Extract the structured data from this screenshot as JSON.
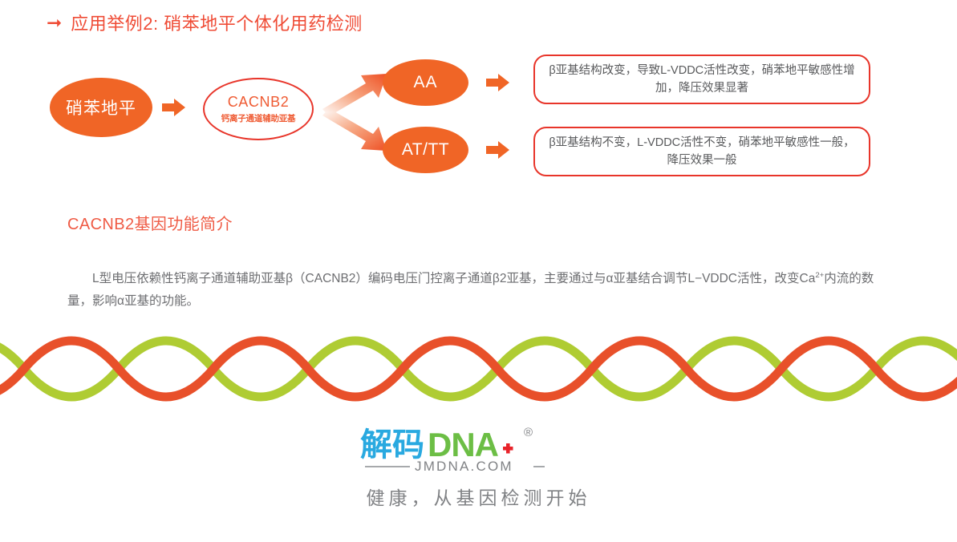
{
  "slide": {
    "title": "应用举例2: 硝苯地平个体化用药检测",
    "title_arrow_icon": "arrow-right-icon",
    "accent_color": "#ef4b35",
    "orange": "#f06526",
    "red_outline": "#e8352a",
    "green": "#afcc33",
    "body_gray": "#6d6e71"
  },
  "diagram": {
    "nodes": {
      "drug": {
        "label": "硝苯地平"
      },
      "gene": {
        "label": "CACNB2",
        "sublabel": "钙离子通道辅助亚基"
      },
      "genotype_aa": {
        "label": "AA"
      },
      "genotype_attt": {
        "label": "AT/TT"
      }
    },
    "callouts": {
      "aa": "β亚基结构改变，导致L-VDDC活性改变，硝苯地平敏感性增加，降压效果显著",
      "attt": "β亚基结构不变，L-VDDC活性不变，硝苯地平敏感性一般，降压效果一般"
    },
    "arrows": {
      "drug_to_gene": "arrow-right-icon",
      "gene_to_aa": "arrow-up-right-icon",
      "gene_to_attt": "arrow-down-right-icon",
      "aa_to_callout": "arrow-right-icon",
      "attt_to_callout": "arrow-right-icon"
    }
  },
  "section": {
    "heading": "CACNB2基因功能简介",
    "body_part1": "L型电压依赖性钙离子通道辅助亚基β（CACNB2）编码电压门控离子通道β2亚基，主要通过与α亚基结合调节L−VDDC活性，改变Ca",
    "body_superscript": "2+",
    "body_part2": "内流的数量，影响α亚基的功能。"
  },
  "decoration": {
    "dna_wave": {
      "strand_orange_color": "#e8502a",
      "strand_green_color": "#afcc33",
      "stroke_width": 11
    }
  },
  "logo": {
    "chinese_mark": "解码",
    "latin_mark": "DNA",
    "registered_symbol": "®",
    "domain": "JMDNA.COM",
    "cross_icon": "medical-cross-icon",
    "tagline": "健康，从基因检测开始"
  }
}
